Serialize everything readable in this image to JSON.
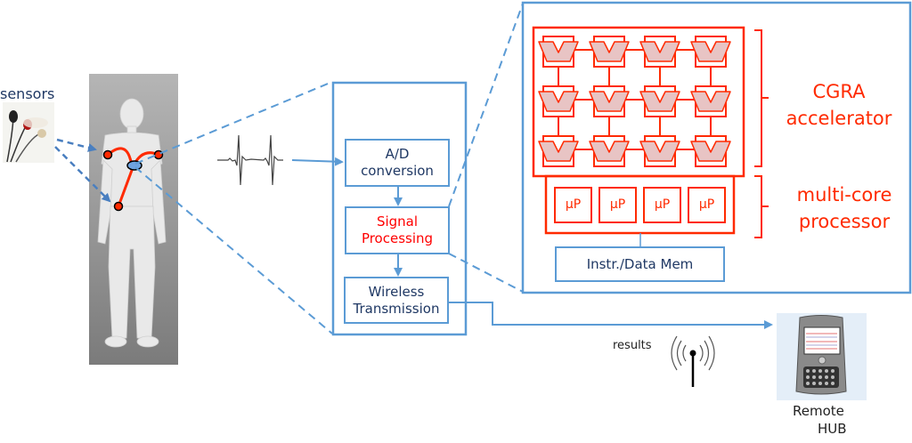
{
  "colors": {
    "blue": "#5b9bd5",
    "red": "#ff2a00",
    "dark_text": "#1f3864",
    "pe_fill": "#e8c4c4"
  },
  "sensors": {
    "label": "sensors"
  },
  "body_figure": {
    "description": "human figure with ECG electrodes",
    "electrode_count": 3
  },
  "ecg_signal": {
    "icon": "ecg-waveform-icon"
  },
  "pipeline": {
    "blocks": [
      {
        "id": "ad",
        "lines": [
          "A/D",
          "conversion"
        ],
        "highlight": false
      },
      {
        "id": "sp",
        "lines": [
          "Signal",
          "Processing"
        ],
        "highlight": true
      },
      {
        "id": "wt",
        "lines": [
          "Wireless",
          "Transmission"
        ],
        "highlight": false
      }
    ]
  },
  "accelerator": {
    "cgra": {
      "rows": 3,
      "cols": 4,
      "label_lines": [
        "CGRA",
        "accelerator"
      ]
    },
    "multicore": {
      "cores": [
        "µP",
        "µP",
        "µP",
        "µP"
      ],
      "label_lines": [
        "multi-core",
        "processor"
      ]
    },
    "memory": {
      "label": "Instr./Data Mem"
    }
  },
  "transmission": {
    "label": "results",
    "icon": "antenna-icon"
  },
  "remote_hub": {
    "label_lines": [
      "Remote",
      "HUB"
    ],
    "icon": "smartphone-icon"
  }
}
